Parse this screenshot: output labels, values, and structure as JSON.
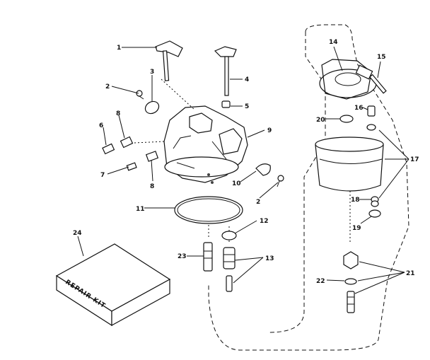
{
  "labels": {
    "l1": "1",
    "l2a": "2",
    "l2b": "2",
    "l3": "3",
    "l4": "4",
    "l5": "5",
    "l6": "6",
    "l7": "7",
    "l8a": "8",
    "l8b": "8",
    "l9": "9",
    "l10": "10",
    "l11": "11",
    "l12": "12",
    "l13": "13",
    "l14": "14",
    "l15": "15",
    "l16": "16",
    "l17": "17",
    "l18": "18",
    "l19": "19",
    "l20": "20",
    "l21": "21",
    "l22": "22",
    "l23": "23",
    "l24": "24"
  },
  "kit_text": "REPAIR KIT",
  "colors": {
    "ink": "#111111",
    "paper": "#ffffff"
  }
}
